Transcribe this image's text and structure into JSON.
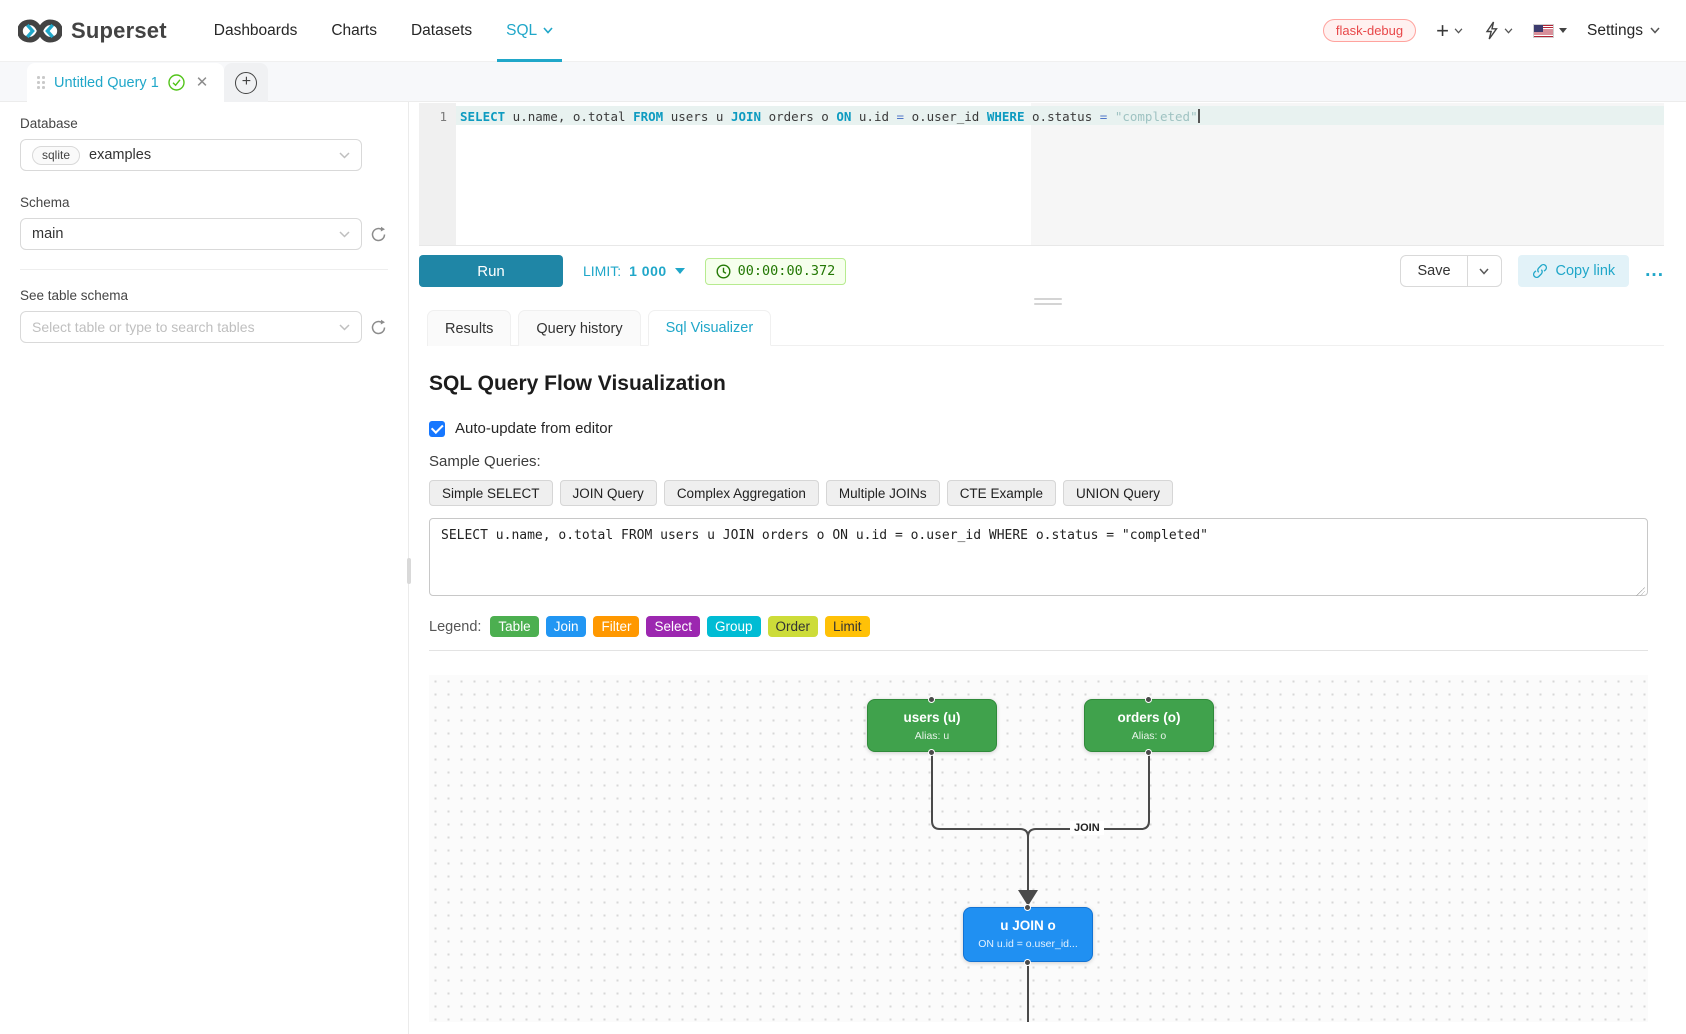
{
  "navbar": {
    "brand": "Superset",
    "items": [
      {
        "label": "Dashboards"
      },
      {
        "label": "Charts"
      },
      {
        "label": "Datasets"
      },
      {
        "label": "SQL"
      }
    ],
    "environment_badge": "flask-debug",
    "settings_label": "Settings"
  },
  "query_tabs": {
    "active_tab_label": "Untitled Query 1"
  },
  "sidebar": {
    "database_label": "Database",
    "database_engine_tag": "sqlite",
    "database_value": "examples",
    "schema_label": "Schema",
    "schema_value": "main",
    "table_label": "See table schema",
    "table_placeholder": "Select table or type to search tables"
  },
  "editor": {
    "line_number": "1",
    "tokens": [
      {
        "text": "SELECT",
        "type": "kw"
      },
      {
        "text": " u.name, o.total ",
        "type": "plain"
      },
      {
        "text": "FROM",
        "type": "kw"
      },
      {
        "text": " users u ",
        "type": "plain"
      },
      {
        "text": "JOIN",
        "type": "kw"
      },
      {
        "text": " orders o ",
        "type": "plain"
      },
      {
        "text": "ON",
        "type": "kw"
      },
      {
        "text": " u.id ",
        "type": "plain"
      },
      {
        "text": "=",
        "type": "op"
      },
      {
        "text": " o.user_id ",
        "type": "plain"
      },
      {
        "text": "WHERE",
        "type": "kw"
      },
      {
        "text": " o.status ",
        "type": "plain"
      },
      {
        "text": "=",
        "type": "op"
      },
      {
        "text": " ",
        "type": "plain"
      },
      {
        "text": "\"completed\"",
        "type": "str"
      }
    ]
  },
  "toolbar": {
    "run_label": "Run",
    "limit_label": "LIMIT:",
    "limit_value": "1 000",
    "timer_value": "00:00:00.372",
    "save_label": "Save",
    "copy_link_label": "Copy link",
    "more_label": "..."
  },
  "result_tabs": [
    {
      "label": "Results",
      "active": false
    },
    {
      "label": "Query history",
      "active": false
    },
    {
      "label": "Sql Visualizer",
      "active": true
    }
  ],
  "visualizer": {
    "title": "SQL Query Flow Visualization",
    "auto_update_label": "Auto-update from editor",
    "auto_update_checked": true,
    "sample_queries_label": "Sample Queries:",
    "sample_buttons": [
      {
        "label": "Simple SELECT"
      },
      {
        "label": "JOIN Query"
      },
      {
        "label": "Complex Aggregation"
      },
      {
        "label": "Multiple JOINs"
      },
      {
        "label": "CTE Example"
      },
      {
        "label": "UNION Query"
      }
    ],
    "query_text": "SELECT u.name, o.total FROM users u JOIN orders o ON u.id = o.user_id WHERE o.status = \"completed\"",
    "legend_label": "Legend:",
    "legend": [
      {
        "label": "Table",
        "color": "#4caf50"
      },
      {
        "label": "Join",
        "color": "#2196f3"
      },
      {
        "label": "Filter",
        "color": "#ff9800"
      },
      {
        "label": "Select",
        "color": "#9c27b0"
      },
      {
        "label": "Group",
        "color": "#00bcd4"
      },
      {
        "label": "Order",
        "color": "#cddc39"
      },
      {
        "label": "Limit",
        "color": "#ffc107"
      }
    ],
    "flow": {
      "nodes": [
        {
          "id": "users",
          "title": "users (u)",
          "subtitle": "Alias: u",
          "color": "#40a24c"
        },
        {
          "id": "orders",
          "title": "orders (o)",
          "subtitle": "Alias: o",
          "color": "#40a24c"
        },
        {
          "id": "join",
          "title": "u JOIN o",
          "subtitle": "ON u.id = o.user_id...",
          "color": "#2090f2"
        }
      ],
      "edge_label": "JOIN",
      "edge_color": "#4a4a4a"
    },
    "accent_color": "#20a7c9"
  }
}
